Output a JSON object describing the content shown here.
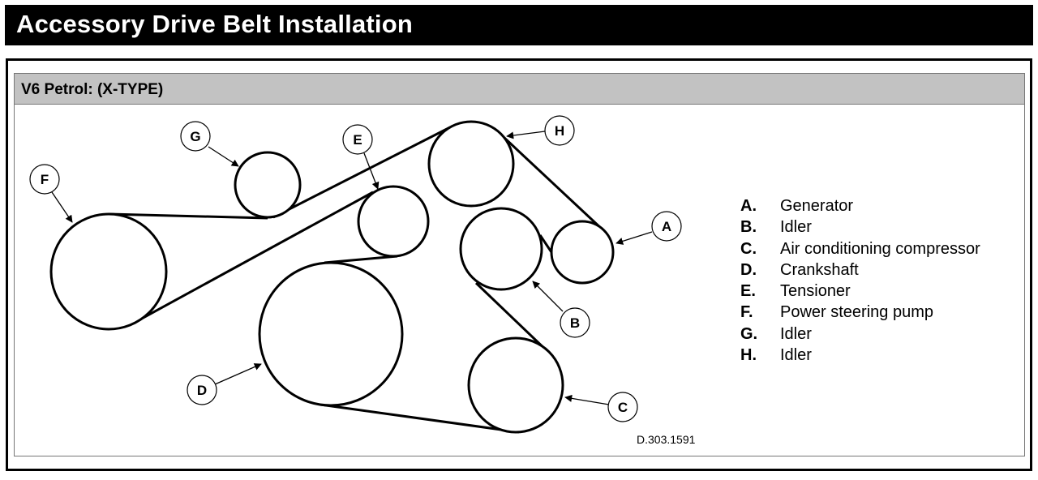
{
  "header": {
    "title": "Accessory Drive Belt Installation"
  },
  "section": {
    "title": "V6 Petrol: (X-TYPE)"
  },
  "legend": [
    {
      "key": "A.",
      "label": "Generator"
    },
    {
      "key": "B.",
      "label": "Idler"
    },
    {
      "key": "C.",
      "label": "Air conditioning compressor"
    },
    {
      "key": "D.",
      "label": "Crankshaft"
    },
    {
      "key": "E.",
      "label": "Tensioner"
    },
    {
      "key": "F.",
      "label": "Power steering pump"
    },
    {
      "key": "G.",
      "label": "Idler"
    },
    {
      "key": "H.",
      "label": "Idler"
    }
  ],
  "callouts": [
    "A",
    "B",
    "C",
    "D",
    "E",
    "F",
    "G",
    "H"
  ],
  "figure_id": "D.303.1591"
}
